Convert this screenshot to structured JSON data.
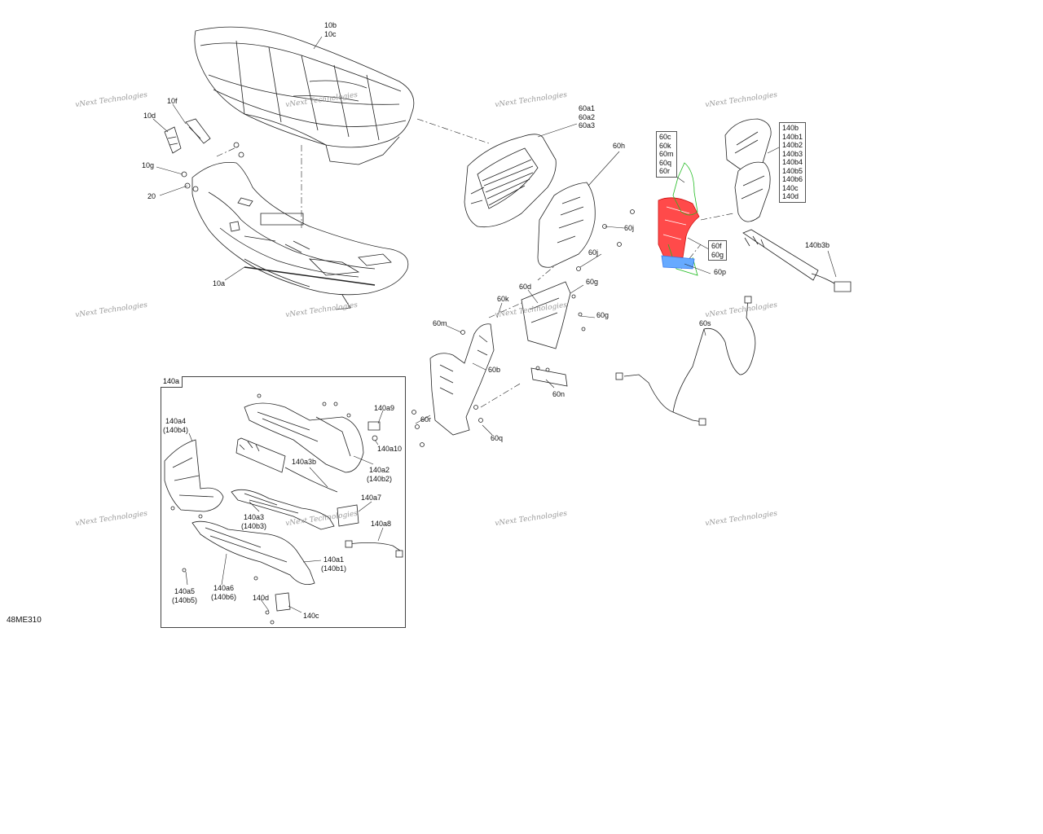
{
  "diagram": {
    "reference": "48ME310",
    "watermark": "vNext Technologies",
    "inset_tag": "140a",
    "accent_colors": {
      "red_part": "#ee2222",
      "green_part": "#22bb22",
      "blue_part": "#3377ee",
      "line": "#222222"
    },
    "labels": {
      "seat": [
        "10b",
        "10c"
      ],
      "seat_base": "10a",
      "bracket_10f": "10f",
      "bracket_10d": "10d",
      "screw_10g": "10g",
      "screw_20": "20",
      "backrest": [
        "60a1",
        "60a2",
        "60a3"
      ],
      "panel_60h": "60h",
      "screw_60j_1": "60j",
      "screw_60j_2": "60j",
      "colored_group": [
        "60c",
        "60k",
        "60m",
        "60q",
        "60r"
      ],
      "colored_fg": [
        "60f",
        "60g"
      ],
      "label_60p": "60p",
      "armrest_group": [
        "140b",
        "140b1",
        "140b2",
        "140b3",
        "140b4",
        "140b5",
        "140b6",
        "140c",
        "140d"
      ],
      "heater_pad": "140b3b",
      "label_60d": "60d",
      "label_60k": "60k",
      "label_60g_1": "60g",
      "label_60g_2": "60g",
      "label_60m": "60m",
      "label_60b": "60b",
      "label_60n": "60n",
      "label_60r": "60r",
      "label_60q": "60q",
      "label_60s": "60s",
      "a4": [
        "140a4",
        "(140b4)"
      ],
      "a9": "140a9",
      "a10": "140a10",
      "a2": [
        "140a2",
        "(140b2)"
      ],
      "a3b": "140a3b",
      "a7": "140a7",
      "a3": [
        "140a3",
        "(140b3)"
      ],
      "a8": "140a8",
      "a1": [
        "140a1",
        "(140b1)"
      ],
      "a5": [
        "140a5",
        "(140b5)"
      ],
      "a6": [
        "140a6",
        "(140b6)"
      ],
      "d": "140d",
      "c": "140c"
    }
  }
}
